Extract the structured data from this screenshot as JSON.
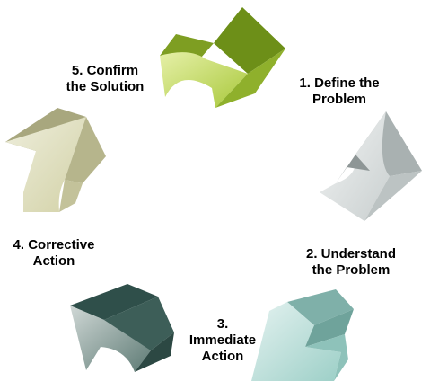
{
  "steps": [
    {
      "lines": [
        "1. Define the",
        "Problem"
      ]
    },
    {
      "lines": [
        "2. Understand",
        "the Problem"
      ]
    },
    {
      "lines": [
        "3.",
        "Immediate",
        "Action"
      ]
    },
    {
      "lines": [
        "4. Corrective",
        "Action"
      ]
    },
    {
      "lines": [
        "5. Confirm",
        "the Solution"
      ]
    }
  ],
  "colors": {
    "step1_arrow": "#b6bdbd",
    "step2_arrow": "#8ab8b2",
    "step3_arrow": "#4d6e68",
    "step4_arrow": "#c8c79d",
    "step5_arrow": "#8fb02c"
  }
}
